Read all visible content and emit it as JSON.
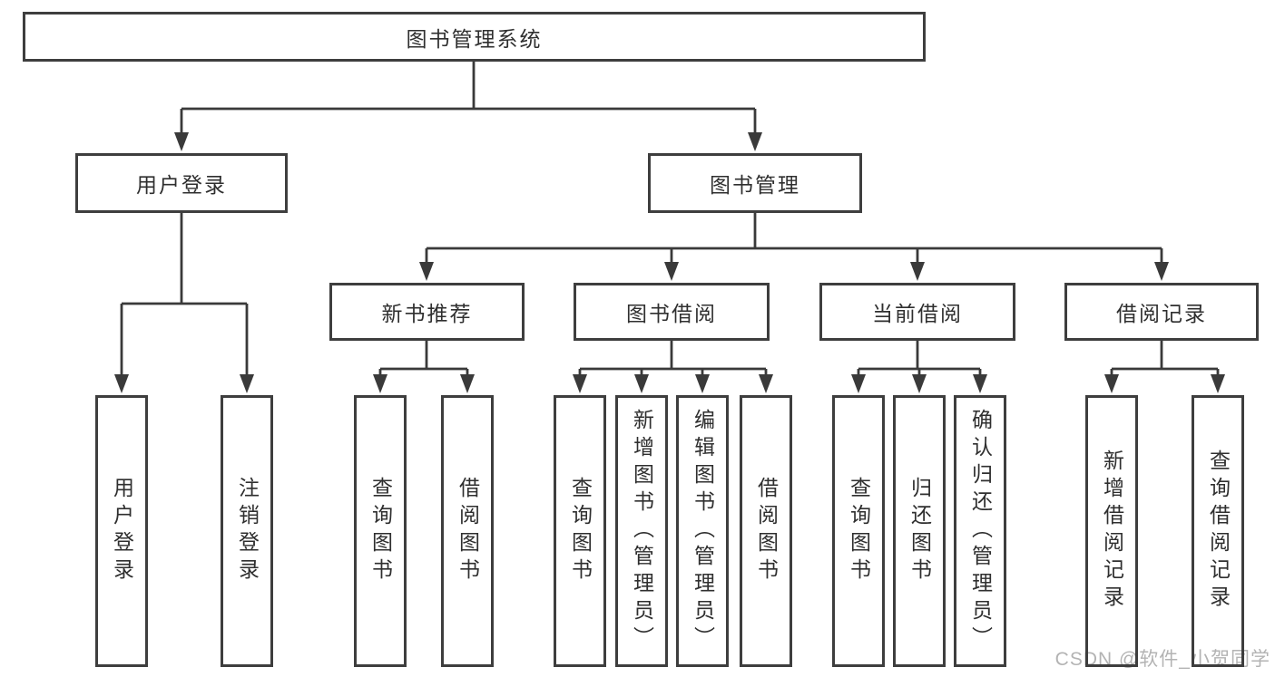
{
  "colors": {
    "line": "#3a3a3a",
    "box_border": "#3e3e3e",
    "text": "#2f2f2f",
    "watermark": "#b3b3b3",
    "background": "#ffffff"
  },
  "tree": {
    "root": {
      "label": "图书管理系统"
    },
    "level2": [
      {
        "label": "用户登录"
      },
      {
        "label": "图书管理"
      }
    ],
    "level3": [
      {
        "label": "新书推荐",
        "parent": "图书管理"
      },
      {
        "label": "图书借阅",
        "parent": "图书管理"
      },
      {
        "label": "当前借阅",
        "parent": "图书管理"
      },
      {
        "label": "借阅记录",
        "parent": "图书管理"
      }
    ],
    "leaves": [
      {
        "label": "用户登录",
        "parent": "用户登录"
      },
      {
        "label": "注销登录",
        "parent": "用户登录"
      },
      {
        "label": "查询图书",
        "parent": "新书推荐"
      },
      {
        "label": "借阅图书",
        "parent": "新书推荐"
      },
      {
        "label": "查询图书",
        "parent": "图书借阅"
      },
      {
        "label": "新增图书（管理员）",
        "parent": "图书借阅"
      },
      {
        "label": "编辑图书（管理员）",
        "parent": "图书借阅"
      },
      {
        "label": "借阅图书",
        "parent": "图书借阅"
      },
      {
        "label": "查询图书",
        "parent": "当前借阅"
      },
      {
        "label": "归还图书",
        "parent": "当前借阅"
      },
      {
        "label": "确认归还（管理员）",
        "parent": "当前借阅"
      },
      {
        "label": "新增借阅记录",
        "parent": "借阅记录"
      },
      {
        "label": "查询借阅记录",
        "parent": "借阅记录"
      }
    ]
  },
  "watermark": {
    "text": "CSDN @软件_小贺同学"
  }
}
